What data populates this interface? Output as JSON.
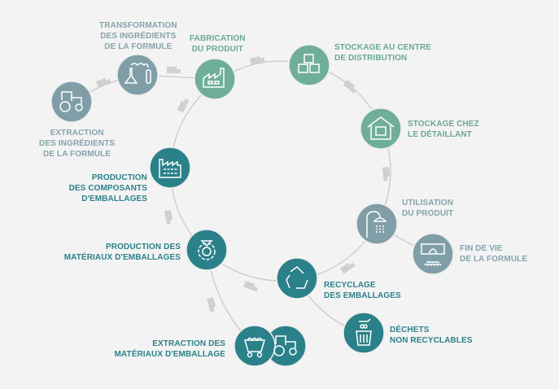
{
  "colors": {
    "grey": "#7f9ea8",
    "green": "#6fae97",
    "teal": "#2b8189",
    "line": "#c8c8c8"
  },
  "steps": {
    "extraction_ingredients": {
      "lines": [
        "EXTRACTION",
        "DES INGRÉDIENTS",
        "DE LA FORMULE"
      ],
      "icon": "tractor-icon"
    },
    "transformation": {
      "lines": [
        "TRANSFORMATION",
        "DES INGRÉDIENTS",
        "DE LA FORMULE"
      ],
      "icon": "lab-flask-icon"
    },
    "fabrication": {
      "lines": [
        "FABRICATION",
        "DU PRODUIT"
      ],
      "icon": "factory-icon"
    },
    "stockage_centre": {
      "lines": [
        "STOCKAGE AU CENTRE",
        "DE DISTRIBUTION"
      ],
      "icon": "boxes-icon"
    },
    "stockage_detaillant": {
      "lines": [
        "STOCKAGE CHEZ",
        "LE DÉTAILLANT"
      ],
      "icon": "warehouse-icon"
    },
    "utilisation": {
      "lines": [
        "UTILISATION",
        "DU PRODUIT"
      ],
      "icon": "shower-icon"
    },
    "fin_de_vie": {
      "lines": [
        "FIN DE VIE",
        "DE LA FORMULE"
      ],
      "icon": "water-treatment-icon"
    },
    "recyclage": {
      "lines": [
        "RECYCLAGE",
        "DES EMBALLAGES"
      ],
      "icon": "recycle-icon"
    },
    "dechets": {
      "lines": [
        "DÉCHETS",
        "NON RECYCLABLES"
      ],
      "icon": "trash-bin-icon"
    },
    "production_materiaux": {
      "lines": [
        "PRODUCTION DES",
        "MATÉRIAUX D'EMBALLAGES"
      ],
      "icon": "gear-icon"
    },
    "production_composants": {
      "lines": [
        "PRODUCTION",
        "DES COMPOSANTS",
        "D'EMBALLAGES"
      ],
      "icon": "factory-icon"
    },
    "extraction_materiaux": {
      "lines": [
        "EXTRACTION DES",
        "MATÉRIAUX D'EMBALLAGE"
      ],
      "icon": "mining-cart-icon"
    }
  }
}
